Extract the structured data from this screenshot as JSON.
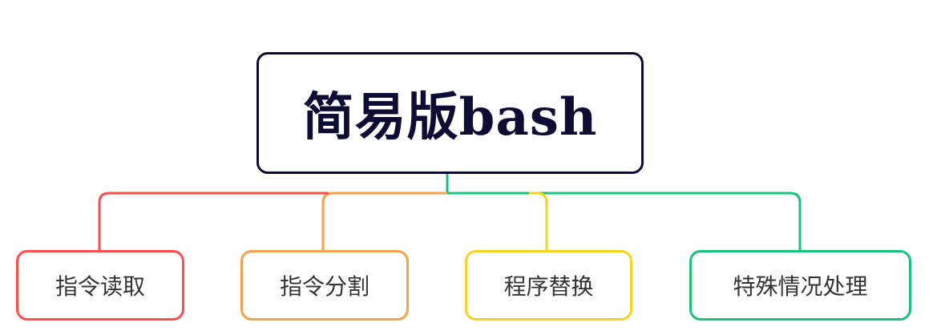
{
  "root": {
    "label": "简易版bash",
    "color": "#0d0d33"
  },
  "children": [
    {
      "label": "指令读取",
      "color": "#ff4d4d"
    },
    {
      "label": "指令分割",
      "color": "#f7a14a"
    },
    {
      "label": "程序替换",
      "color": "#f5d321"
    },
    {
      "label": "特殊情况处理",
      "color": "#17c27e"
    }
  ]
}
